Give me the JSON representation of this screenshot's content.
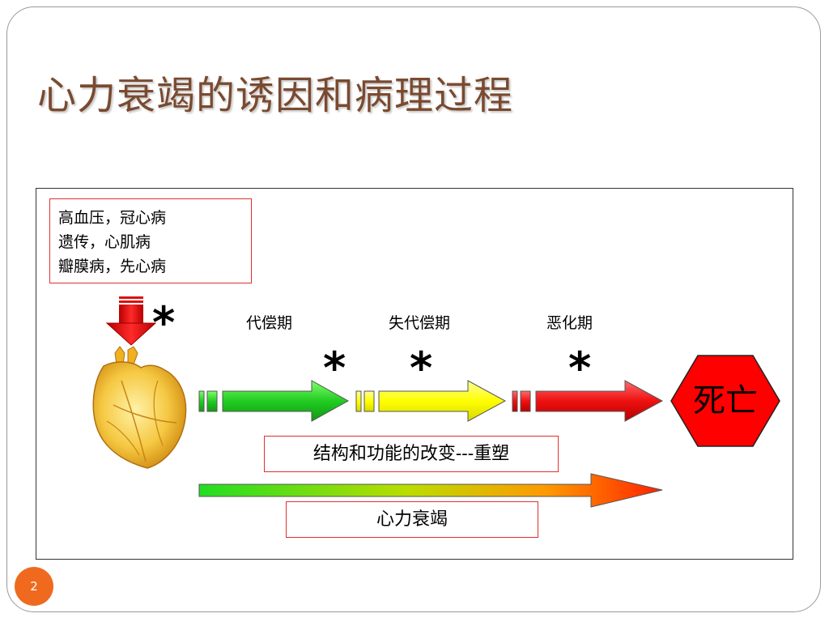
{
  "title": "心力衰竭的诱因和病理过程",
  "causes": [
    "高血压，冠心病",
    "遗传，心肌病",
    "瓣膜病，先心病"
  ],
  "stages": [
    "代偿期",
    "失代偿期",
    "恶化期"
  ],
  "star_symbol": "*",
  "remodeling_label": "结构和功能的改变---重塑",
  "heart_failure_label": "心力衰竭",
  "death_label": "死亡",
  "page_number": "2",
  "colors": {
    "title": "#7a4a30",
    "compensated": "#22cc22",
    "decompensated": "#ffff00",
    "deterioration": "#ee1111",
    "death": "#ff0000",
    "box_border": "#e03030",
    "page_badge": "#ef6a1e"
  },
  "icons": [
    "heart-icon",
    "down-arrow-icon",
    "octagon-stop-icon"
  ]
}
